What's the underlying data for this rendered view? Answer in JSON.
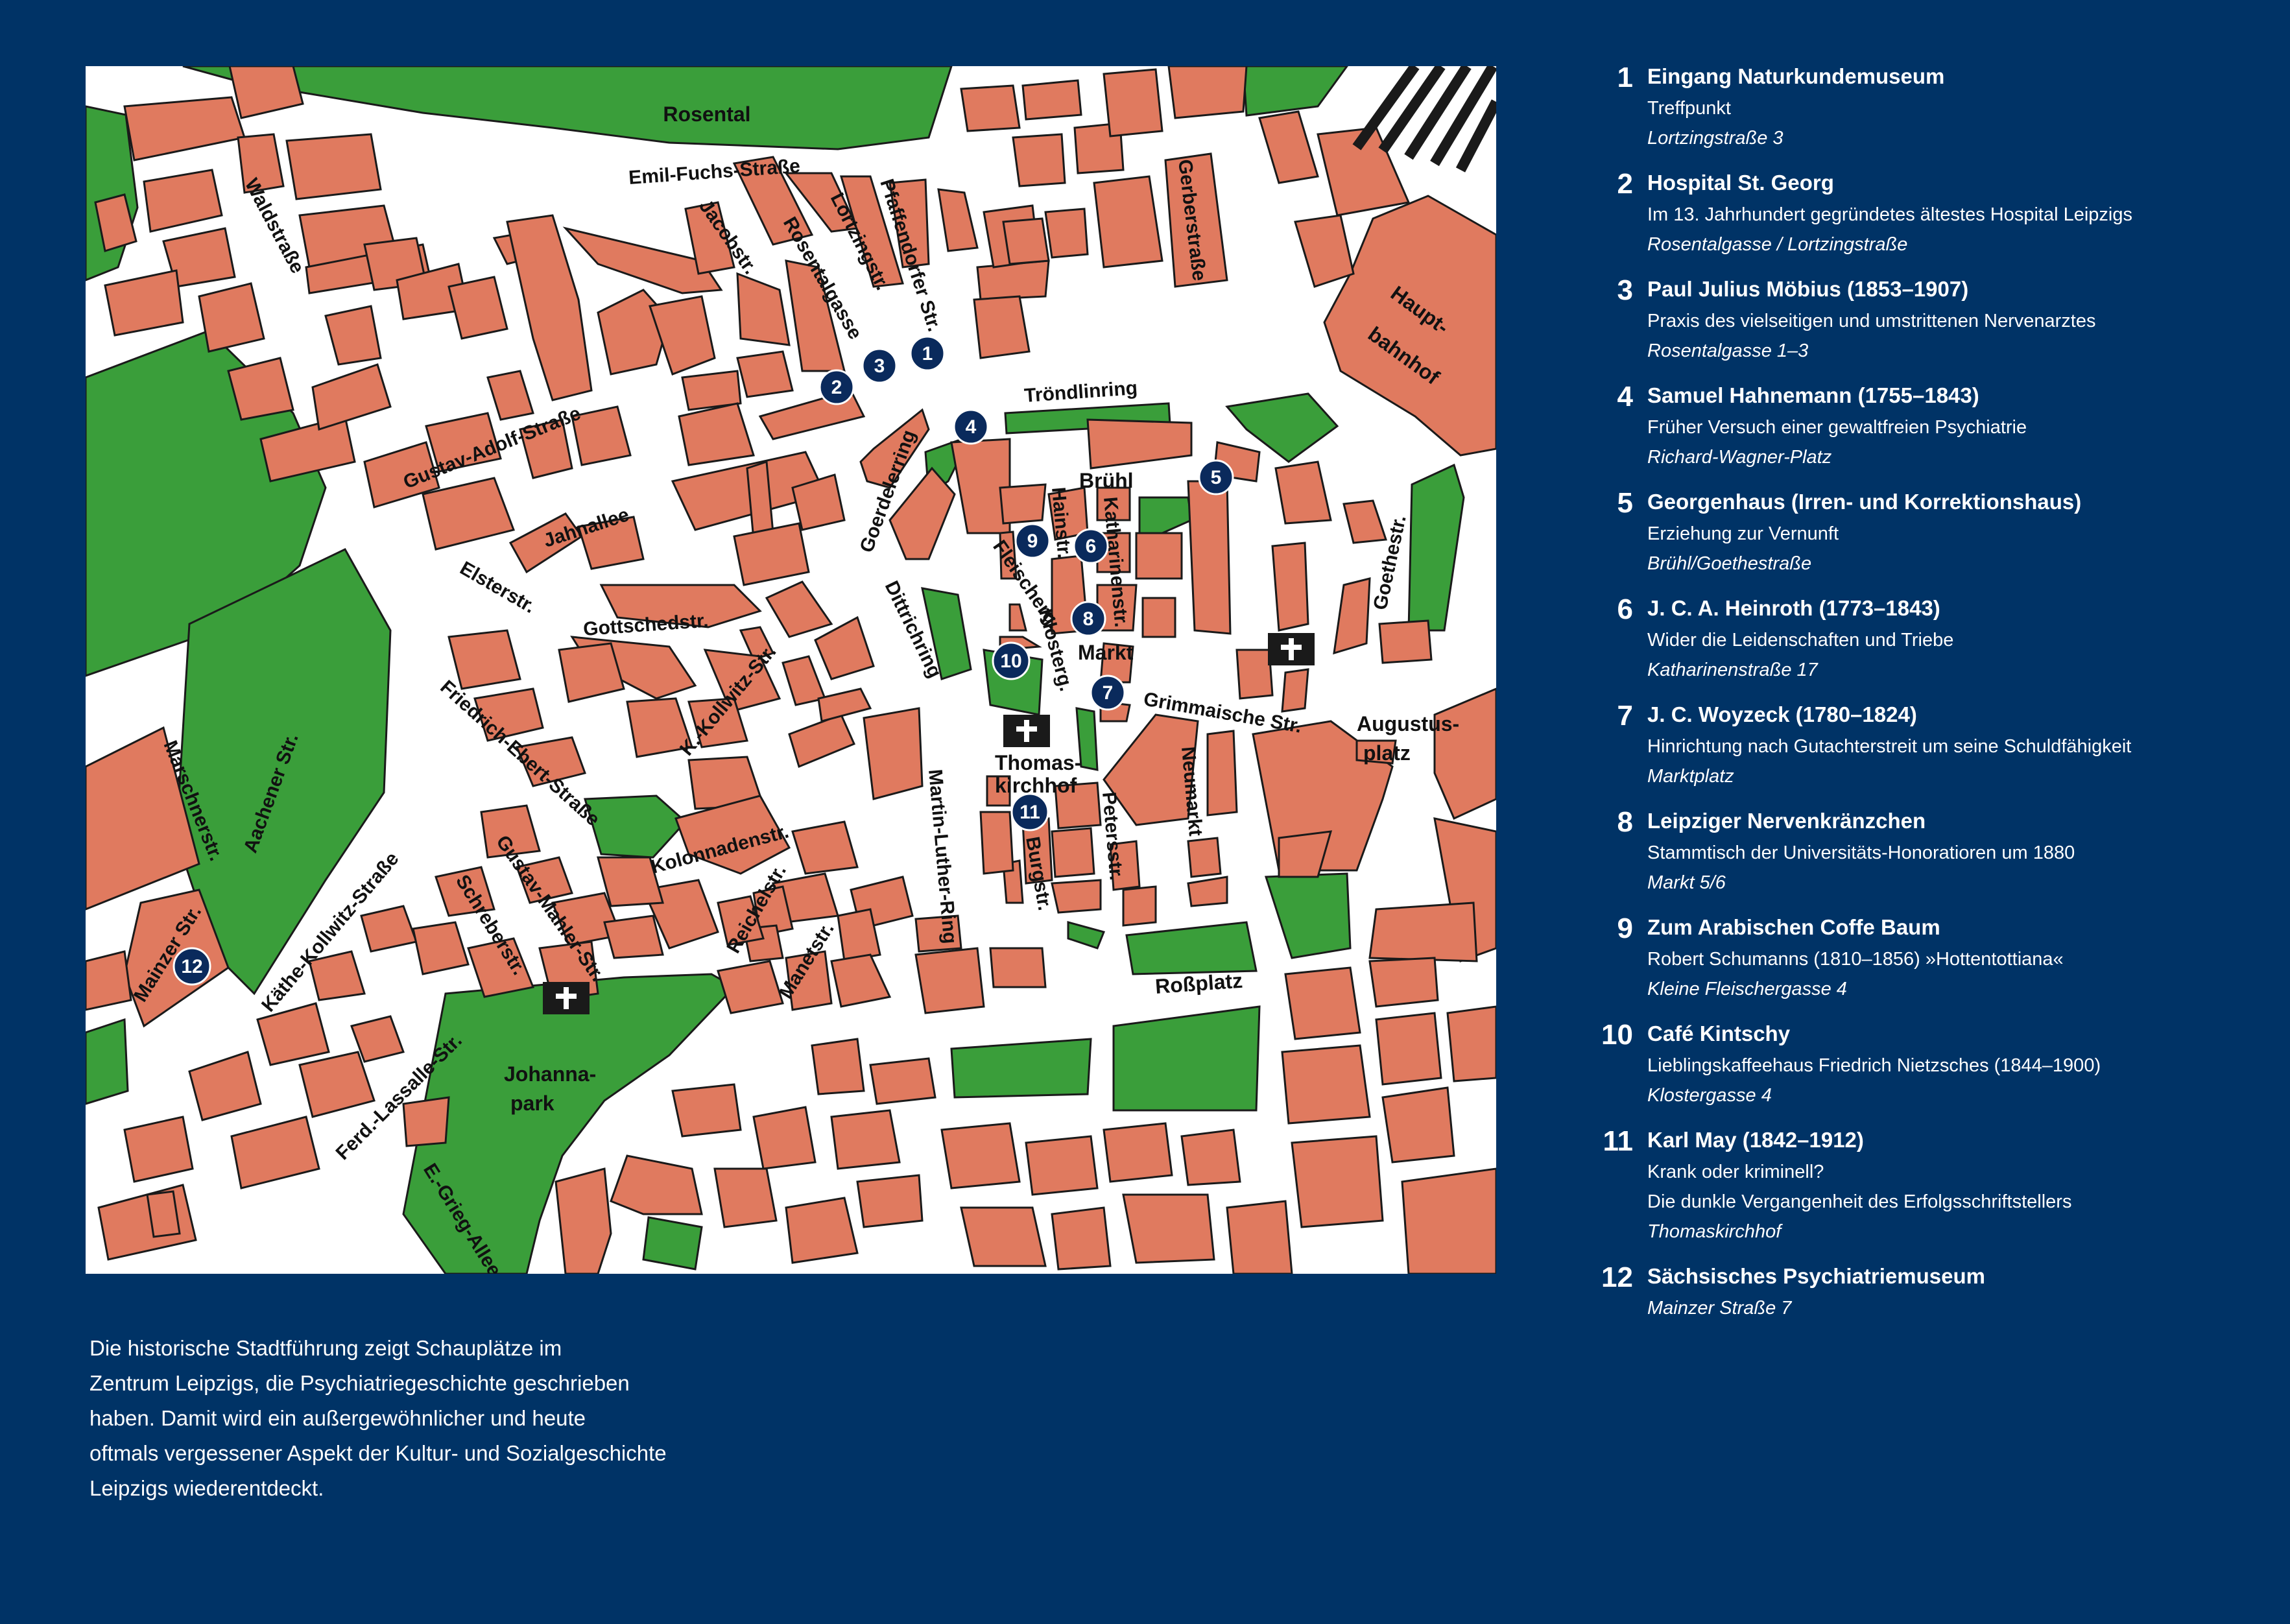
{
  "colors": {
    "background": "#003366",
    "block": "#E07A5F",
    "park": "#3A9E3A",
    "street": "#FFFFFF",
    "outline": "#1A1A1A",
    "marker": "#0A2A5C"
  },
  "map": {
    "areas": {
      "rosental": "Rosental",
      "hauptbahnhof_line1": "Haupt-",
      "hauptbahnhof_line2": "bahnhof",
      "augustusplatz_line1": "Augustus-",
      "augustusplatz_line2": "platz",
      "thomaskirchhof_line1": "Thomas-",
      "thomaskirchhof_line2": "kirchhof",
      "johannapark_line1": "Johanna-",
      "johannapark_line2": "park",
      "markt": "Markt",
      "bruehl": "Brühl",
      "rossplatz": "Roßplatz"
    },
    "streets": {
      "emil_fuchs": "Emil-Fuchs-Straße",
      "waldstrasse": "Waldstraße",
      "jacobstr": "Jacobstr.",
      "rosentalgasse": "Rosentalgasse",
      "lortzingstr": "Lortzingstr.",
      "pfaffendorfer": "Pfaffendorfer Str.",
      "gerberstrasse": "Gerberstraße",
      "troendlinring": "Tröndlinring",
      "gustav_adolf": "Gustav-Adolf-Straße",
      "jahnallee": "Jahnallee",
      "goerdelerring": "Goerdelerring",
      "hainstr": "Hainstr.",
      "katharinenstr": "Katharinenstr.",
      "fleischerg": "Fleischerg.",
      "klosterg": "Klosterg.",
      "goethestr": "Goethestr.",
      "elsterstr": "Elsterstr.",
      "gottschedstr": "Gottschedstr.",
      "dittrichring": "Dittrichring",
      "k_kollwitz": "K.-Kollwitz-Str.",
      "friedrich_ebert": "Friedrich-Ebert-Straße",
      "grimmaische": "Grimmaische Str.",
      "marschnerstr": "Marschnerstr.",
      "aachener": "Aachener Str.",
      "neumarkt": "Neumarkt",
      "petersstr": "Petersstr.",
      "burgstr": "Burgstr.",
      "martin_luther": "Martin-Luther-Ring",
      "kolonnadenstr": "Kolonnadenstr.",
      "reichelstr": "Reichelstr.",
      "manetstr": "Manetstr.",
      "kaethe_kollwitz": "Käthe-Kollwitz-Straße",
      "schreberstr": "Schreberstr.",
      "gustav_mahler": "Gustav-Mahler-Str.",
      "mainzer": "Mainzer Str.",
      "ferd_lassalle": "Ferd.-Lassalle-Str.",
      "grieg_allee": "E.-Grieg-Allee"
    },
    "markers": [
      "1",
      "2",
      "3",
      "4",
      "5",
      "6",
      "7",
      "8",
      "9",
      "10",
      "11",
      "12"
    ]
  },
  "legend": [
    {
      "num": "1",
      "title": "Eingang Naturkundemuseum",
      "desc": [
        "Treffpunkt"
      ],
      "addr": "Lortzingstraße 3"
    },
    {
      "num": "2",
      "title": "Hospital St. Georg",
      "desc": [
        "Im 13. Jahrhundert gegründetes ältestes Hospital Leipzigs"
      ],
      "addr": "Rosentalgasse / Lortzingstraße"
    },
    {
      "num": "3",
      "title": "Paul Julius Möbius (1853–1907)",
      "desc": [
        "Praxis des vielseitigen und umstrittenen Nervenarztes"
      ],
      "addr": "Rosentalgasse 1–3"
    },
    {
      "num": "4",
      "title": "Samuel Hahnemann (1755–1843)",
      "desc": [
        "Früher Versuch einer gewaltfreien Psychiatrie"
      ],
      "addr": "Richard-Wagner-Platz"
    },
    {
      "num": "5",
      "title": "Georgenhaus (Irren- und Korrektionshaus)",
      "desc": [
        "Erziehung zur Vernunft"
      ],
      "addr": "Brühl/Goethestraße"
    },
    {
      "num": "6",
      "title": "J. C. A. Heinroth (1773–1843)",
      "desc": [
        "Wider die Leidenschaften und Triebe"
      ],
      "addr": "Katharinenstraße 17"
    },
    {
      "num": "7",
      "title": "J. C. Woyzeck (1780–1824)",
      "desc": [
        "Hinrichtung nach Gutachterstreit um seine Schuldfähigkeit"
      ],
      "addr": "Marktplatz"
    },
    {
      "num": "8",
      "title": "Leipziger Nervenkränzchen",
      "desc": [
        "Stammtisch der Universitäts-Honoratioren um 1880"
      ],
      "addr": "Markt 5/6"
    },
    {
      "num": "9",
      "title": "Zum Arabischen Coffe Baum",
      "desc": [
        "Robert Schumanns (1810–1856) »Hottentottiana«"
      ],
      "addr": "Kleine Fleischergasse 4"
    },
    {
      "num": "10",
      "title": "Café Kintschy",
      "desc": [
        "Lieblingskaffeehaus Friedrich Nietzsches (1844–1900)"
      ],
      "addr": "Klostergasse 4"
    },
    {
      "num": "11",
      "title": "Karl May (1842–1912)",
      "desc": [
        "Krank oder kriminell?",
        "Die dunkle Vergangenheit des Erfolgsschriftstellers"
      ],
      "addr": "Thomaskirchhof"
    },
    {
      "num": "12",
      "title": "Sächsisches Psychiatriemuseum",
      "desc": [],
      "addr": "Mainzer Straße 7"
    }
  ],
  "intro": {
    "lines": [
      "Die historische Stadtführung zeigt Schauplätze im",
      "Zentrum Leipzigs, die Psychiatriegeschichte geschrieben",
      "haben. Damit wird ein außergewöhnlicher und heute",
      "oftmals vergessener Aspekt der Kultur- und Sozialgeschichte",
      "Leipzigs wiederentdeckt."
    ]
  }
}
